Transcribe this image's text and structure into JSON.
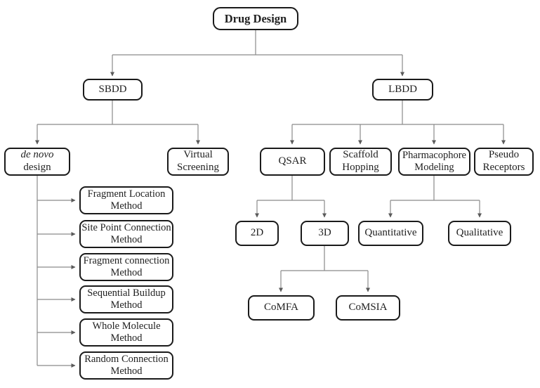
{
  "diagram": {
    "type": "flowchart",
    "topic": "Drug Design methods hierarchy"
  },
  "colors": {
    "box_border": "#1a1a1a",
    "connector": "#8a8a8a",
    "arrowhead": "#5a5a5a",
    "background": "#ffffff",
    "text": "#1f1f1f"
  },
  "nodes": {
    "drug_design": {
      "label": "Drug Design"
    },
    "sbdd": {
      "label": "SBDD"
    },
    "lbdd": {
      "label": "LBDD"
    },
    "de_novo_design": {
      "line1": "de novo",
      "line2": "design"
    },
    "virtual_screening": {
      "line1": "Virtual",
      "line2": "Screening"
    },
    "qsar": {
      "label": "QSAR"
    },
    "scaffold_hopping": {
      "line1": "Scaffold",
      "line2": "Hopping"
    },
    "pharmacophore_modeling": {
      "line1": "Pharmacophore",
      "line2": "Modeling"
    },
    "pseudo_receptors": {
      "line1": "Pseudo",
      "line2": "Receptors"
    },
    "two_d": {
      "label": "2D"
    },
    "three_d": {
      "label": "3D"
    },
    "quantitative": {
      "label": "Quantitative"
    },
    "qualitative": {
      "label": "Qualitative"
    },
    "comfa": {
      "label": "CoMFA"
    },
    "comsia": {
      "label": "CoMSIA"
    },
    "fragment_location": {
      "line1": "Fragment Location",
      "line2": "Method"
    },
    "site_point_connection": {
      "line1": "Site Point Connection",
      "line2": "Method"
    },
    "fragment_connection": {
      "line1": "Fragment connection",
      "line2": "Method"
    },
    "sequential_buildup": {
      "line1": "Sequential Buildup",
      "line2": "Method"
    },
    "whole_molecule": {
      "line1": "Whole Molecule",
      "line2": "Method"
    },
    "random_connection": {
      "line1": "Random Connection",
      "line2": "Method"
    }
  },
  "edges": [
    "Drug Design -> SBDD",
    "Drug Design -> LBDD",
    "SBDD -> de novo design",
    "SBDD -> Virtual Screening",
    "LBDD -> QSAR",
    "LBDD -> Scaffold Hopping",
    "LBDD -> Pharmacophore Modeling",
    "LBDD -> Pseudo Receptors",
    "de novo design -> Fragment Location Method",
    "de novo design -> Site Point Connection Method",
    "de novo design -> Fragment connection Method",
    "de novo design -> Sequential Buildup Method",
    "de novo design -> Whole Molecule Method",
    "de novo design -> Random Connection Method",
    "QSAR -> 2D",
    "QSAR -> 3D",
    "3D -> CoMFA",
    "3D -> CoMSIA",
    "Pharmacophore Modeling -> Quantitative",
    "Pharmacophore Modeling -> Qualitative"
  ]
}
